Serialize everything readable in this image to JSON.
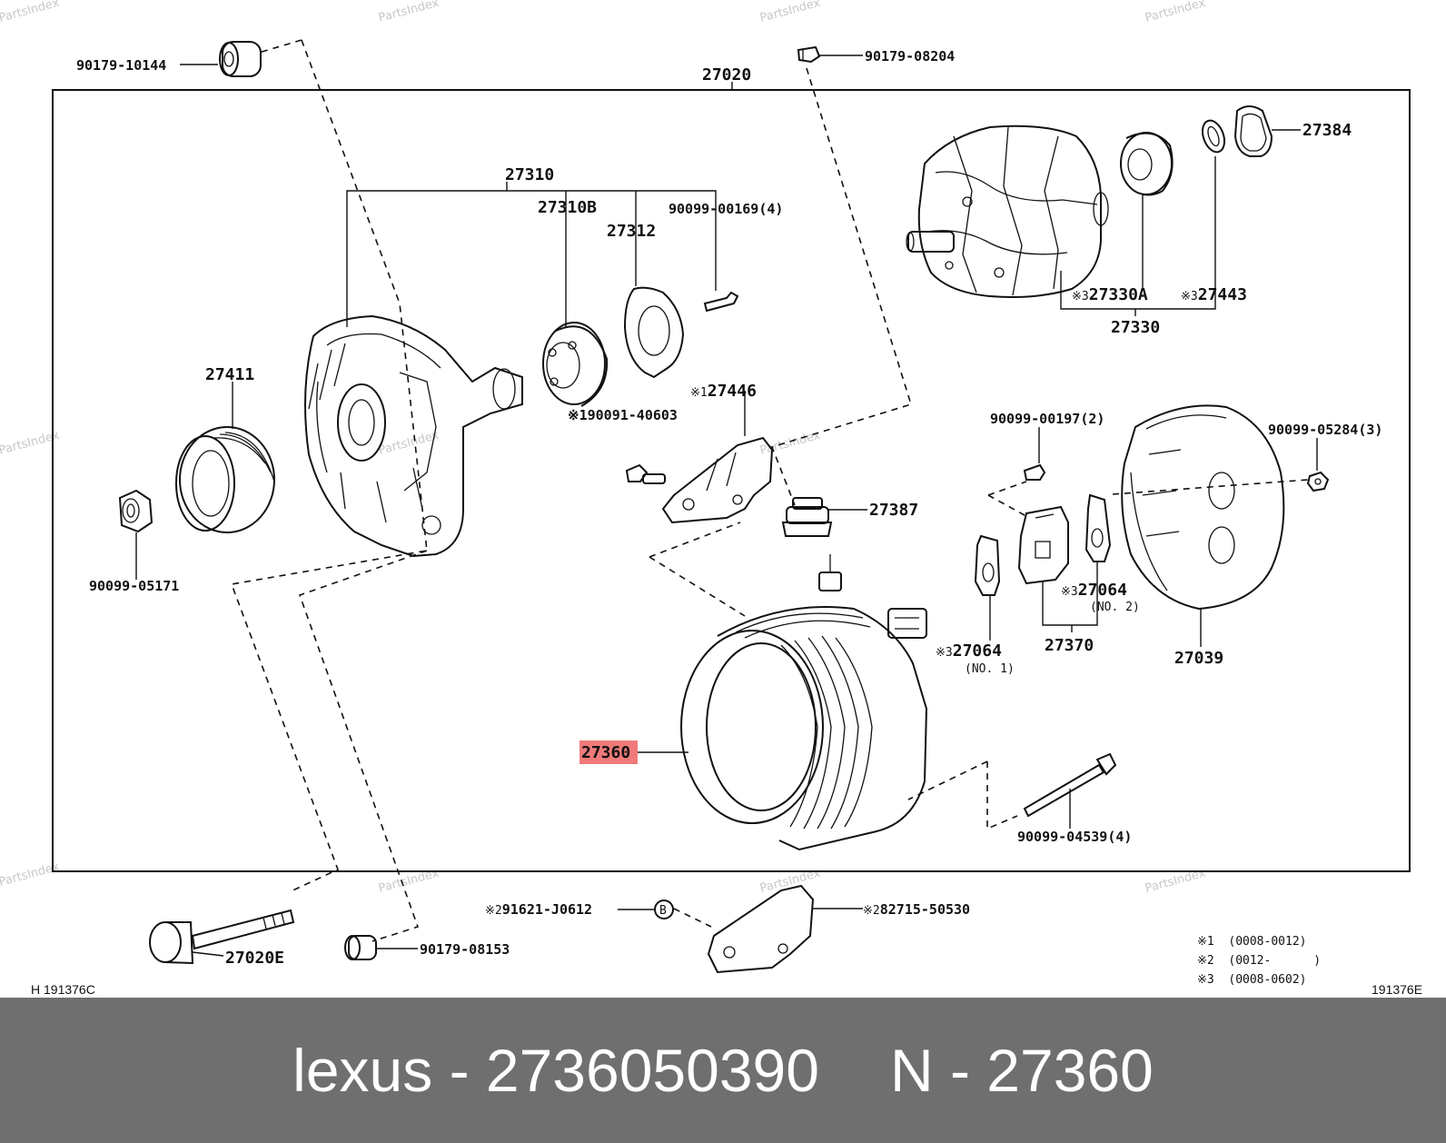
{
  "diagram": {
    "labels": {
      "l27020": "27020",
      "l90179_10144": "90179-10144",
      "l90179_08204": "90179-08204",
      "l27310": "27310",
      "l27310B": "27310B",
      "l90099_00169": "90099-00169(4)",
      "l27312": "27312",
      "l27384": "27384",
      "l27330A": "27330A",
      "l27443": "27443",
      "l27330": "27330",
      "l27411": "27411",
      "l90091_40603": "90091-40603",
      "l27446": "27446",
      "l90099_00197": "90099-00197(2)",
      "l90099_05284": "90099-05284(3)",
      "l27387": "27387",
      "l90099_05171": "90099-05171",
      "l27064_no2": "27064",
      "l_no2": "(NO. 2)",
      "l27064_no1": "27064",
      "l_no1": "(NO. 1)",
      "l27370": "27370",
      "l27039": "27039",
      "l27360": "27360",
      "l90099_04539": "90099-04539(4)",
      "l91621": "91621-J0612",
      "l_b": "B",
      "l82715": "82715-50530",
      "l27020E": "27020E",
      "l90179_08153": "90179-08153",
      "mark1": "※1",
      "mark2": "※2",
      "mark3": "※3"
    },
    "notes": [
      "※1  (0008-0012)",
      "※2  (0012-      )",
      "※3  (0008-0602)"
    ],
    "code_left": "H 191376C",
    "code_right": "191376E",
    "watermark": "PartsIndex",
    "highlight_color": "#f07a7a"
  },
  "footer": {
    "brand_part": "lexus - 2736050390",
    "ref": "N - 27360"
  }
}
